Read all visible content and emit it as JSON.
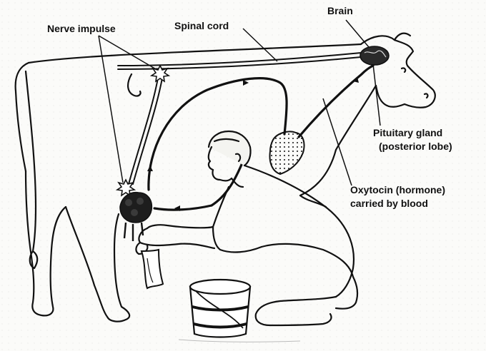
{
  "labels": {
    "nerve_impulse": "Nerve impulse",
    "spinal_cord": "Spinal cord",
    "brain": "Brain",
    "pituitary_line1": "Pituitary gland",
    "pituitary_line2": "(posterior lobe)",
    "oxytocin_line1": "Oxytocin (hormone)",
    "oxytocin_line2": "carried by blood"
  },
  "colors": {
    "ink": "#111111",
    "paper": "#fbfbf9"
  }
}
